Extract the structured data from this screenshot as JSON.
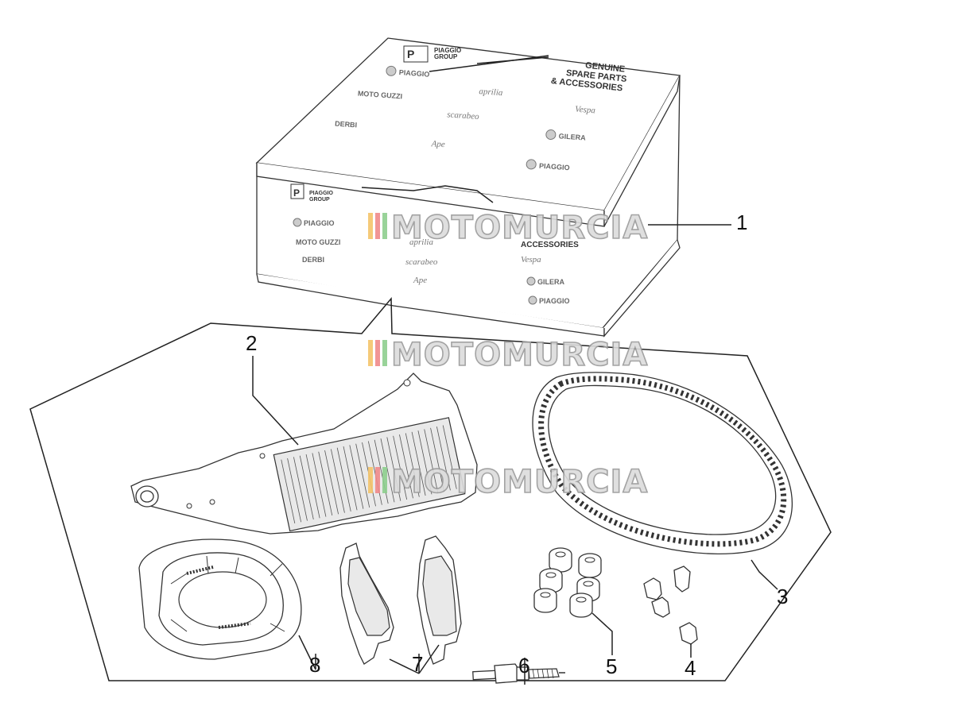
{
  "box": {
    "header_brand_line1": "PIAGGIO",
    "header_brand_line2": "GROUP",
    "header_line1": "GENUINE",
    "header_line2": "SPARE PARTS",
    "header_line3": "& ACCESSORIES",
    "side_text": "ACCESSORIES",
    "brands": [
      "PIAGGIO",
      "aprilia",
      "Vespa",
      "MOTO GUZZI",
      "scarabeo",
      "GILERA",
      "DERBI",
      "Ape",
      "PIAGGIO"
    ],
    "side_brands": [
      "PIAGGIO",
      "MOTO GUZZI",
      "DERBI",
      "aprilia",
      "scarabeo",
      "Ape",
      "Vespa",
      "GILERA",
      "PIAGGIO"
    ]
  },
  "watermark": {
    "text": "MOTOMURCIA",
    "colors": [
      "#f5c56b",
      "#f08a8a",
      "#8ecf8e"
    ]
  },
  "callouts": [
    "1",
    "2",
    "3",
    "4",
    "5",
    "6",
    "7",
    "8"
  ]
}
